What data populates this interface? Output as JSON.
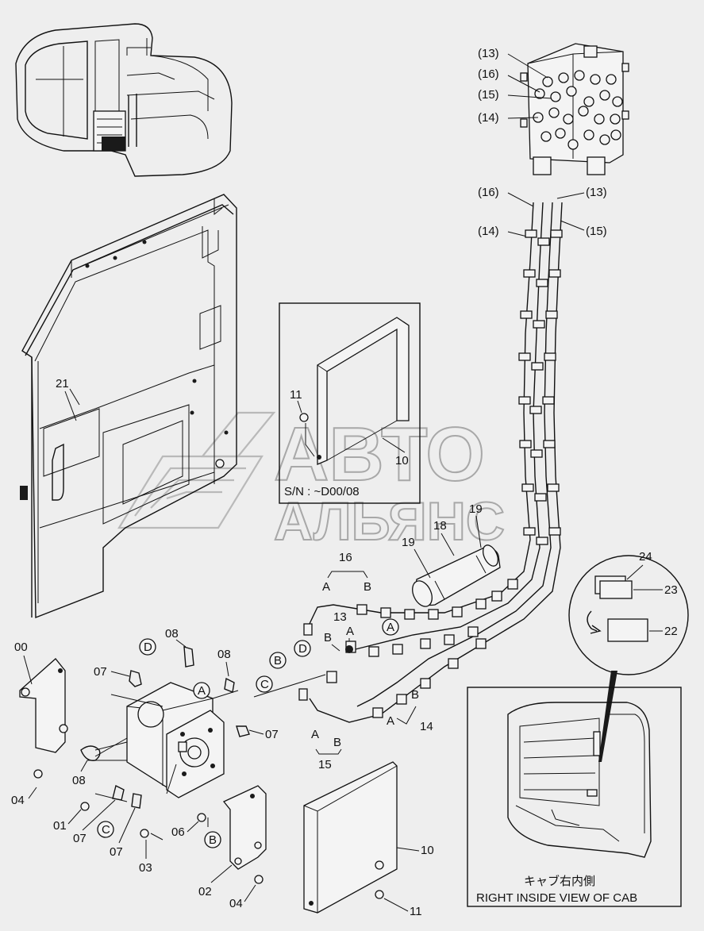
{
  "watermark": {
    "line1": "АВТО",
    "line2": "АЛЬЯНС"
  },
  "serial_note": "S/N : ~D00/08",
  "view_caption": {
    "jp": "キャブ右内側",
    "en": "RIGHT INSIDE VIEW OF CAB"
  },
  "callouts": {
    "c00": "00",
    "c01": "01",
    "c02": "02",
    "c03": "03",
    "c04a": "04",
    "c04b": "04",
    "c06": "06",
    "c07a": "07",
    "c07b": "07",
    "c07c": "07",
    "c07d": "07",
    "c08a": "08",
    "c08b": "08",
    "c08c": "08",
    "c10a": "10",
    "c10b": "10",
    "c11a": "11",
    "c11b": "11",
    "c13a": "(13)",
    "c13b": "(13)",
    "c13c": "13",
    "c14a": "(14)",
    "c14b": "(14)",
    "c14c": "14",
    "c15a": "(15)",
    "c15b": "(15)",
    "c15c": "15",
    "c16a": "(16)",
    "c16b": "(16)",
    "c16c": "16",
    "c18": "18",
    "c19a": "19",
    "c19b": "19",
    "c21": "21",
    "c22": "22",
    "c23": "23",
    "c24": "24"
  },
  "markers": {
    "A1": "A",
    "A2": "A",
    "A3": "A",
    "A4": "A",
    "A5": "A",
    "A6": "A",
    "B1": "B",
    "B2": "B",
    "B3": "B",
    "B4": "B",
    "B5": "B",
    "B6": "B",
    "B7": "B",
    "C1": "C",
    "C2": "C",
    "C3": "C",
    "D1": "D",
    "D2": "D",
    "D3": "D"
  }
}
